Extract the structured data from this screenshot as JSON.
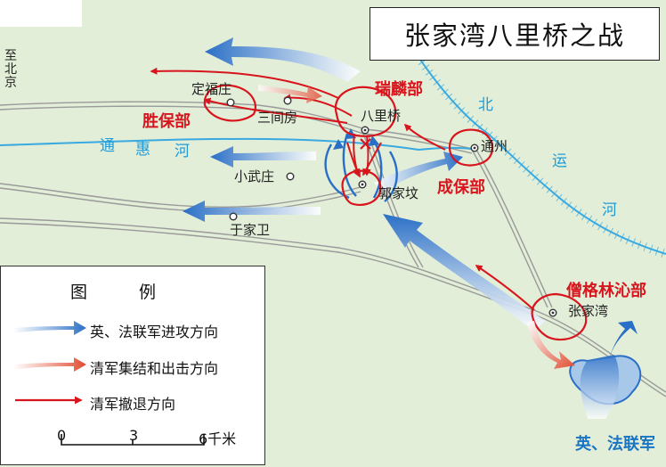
{
  "title": "张家湾八里桥之战",
  "places": {
    "to_beijing": [
      "至",
      "北",
      "京"
    ],
    "dingfuzhuang": "定福庄",
    "sanjianfang": "三间房",
    "baliqiao": "八里桥",
    "tongzhou": "通州",
    "xiaowuzhuang": "小武庄",
    "guojiafen": "郭家坟",
    "yujiawei": "于家卫",
    "zhangjiawan": "张家湾"
  },
  "rivers": {
    "tonghui": [
      "通",
      "惠",
      "河"
    ],
    "beiyun": [
      "北",
      "运",
      "河"
    ]
  },
  "units": {
    "shengbao": "胜保部",
    "ruilin": "瑞麟部",
    "chengbao": "成保部",
    "senggelinqin": "僧格林沁部",
    "allied": "英、法联军"
  },
  "legend": {
    "title": "图例",
    "items": [
      {
        "label": "英、法联军进攻方向",
        "color": "#1f6fc4"
      },
      {
        "label": "清军集结和出击方向",
        "color": "#e8553a"
      },
      {
        "label": "清军撤退方向",
        "color": "#d8141c"
      }
    ],
    "scale": {
      "ticks": [
        "0",
        "3",
        "6千米"
      ]
    }
  }
}
